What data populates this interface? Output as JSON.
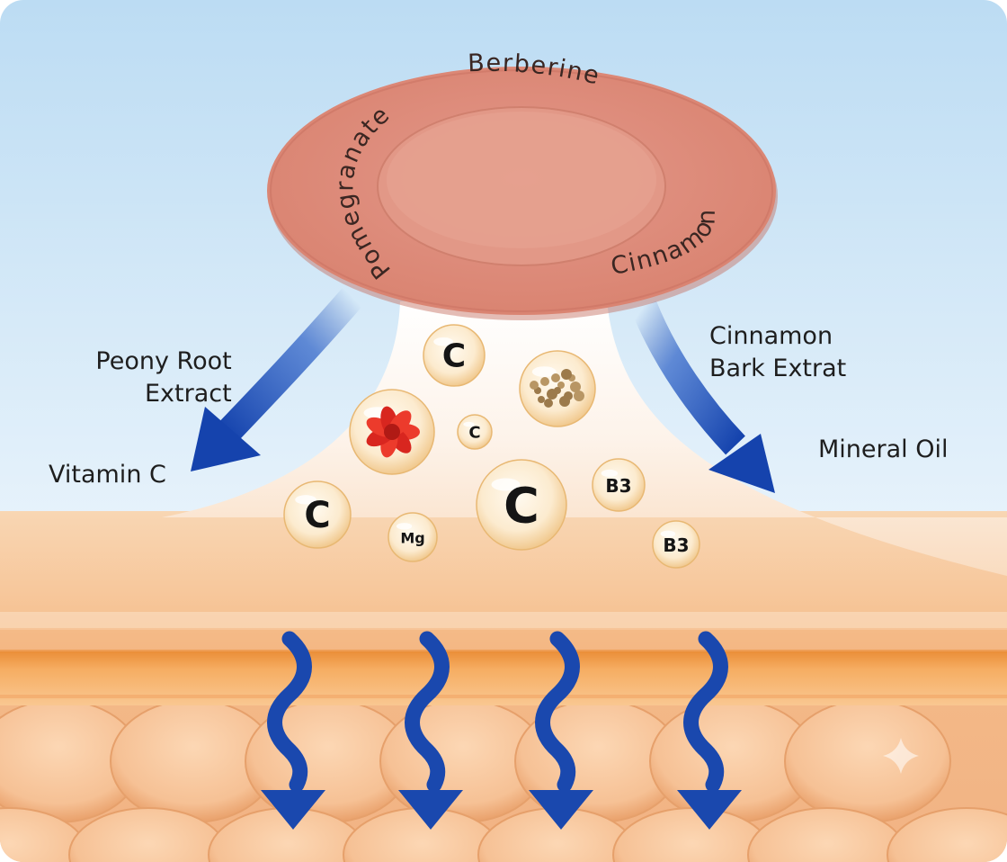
{
  "patch": {
    "ring_labels": {
      "top": "Berberine",
      "left": "Pomegranate",
      "right": "Cinnamon"
    }
  },
  "labels": {
    "peony_root": [
      "Peony Root",
      "Extract"
    ],
    "vitamin_c": "Vitamin C",
    "cinnamon_bark": [
      "Cinnamon",
      "Bark Extrat"
    ],
    "mineral_oil": "Mineral Oil"
  },
  "bubbles": [
    {
      "icon": "text",
      "text": "C"
    },
    {
      "icon": "text",
      "text": "C"
    },
    {
      "icon": "text",
      "text": "C"
    },
    {
      "icon": "text",
      "text": "C"
    },
    {
      "icon": "text",
      "text": "Mg"
    },
    {
      "icon": "text",
      "text": "B3"
    },
    {
      "icon": "text",
      "text": "B3"
    },
    {
      "icon": "red-flower-icon",
      "text": ""
    },
    {
      "icon": "bark-powder-icon",
      "text": ""
    }
  ],
  "colors": {
    "sky_top": "#bcdcf3",
    "sky_bottom": "#f2f8fd",
    "patch": "#de8f7d",
    "patch_center": "#e7a08f",
    "skin": "#f7c99f",
    "skin_band": "#f5ad60",
    "cells": "#f4bc8c",
    "arrow_blue": "#1747b0"
  }
}
